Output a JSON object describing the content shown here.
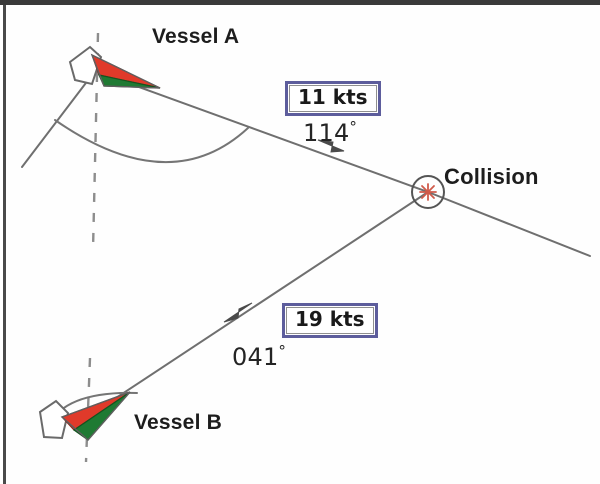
{
  "figure": {
    "type": "nautical-collision-geometry-diagram",
    "background_color": "#ffffff",
    "frame_color": "#3a3a3a"
  },
  "labels": {
    "vessel_a": "Vessel A",
    "vessel_b": "Vessel B",
    "collision": "Collision"
  },
  "vessel_a": {
    "name": "Vessel A",
    "speed": "11 kts",
    "heading_value": "114",
    "heading_degree_symbol": "°",
    "port_color": "#e03a2a",
    "starboard_color": "#1f7a33",
    "hull_color": "#ffffff"
  },
  "vessel_b": {
    "name": "Vessel B",
    "speed": "19 kts",
    "heading_value": "041",
    "heading_degree_symbol": "°",
    "port_color": "#e03a2a",
    "starboard_color": "#1f7a33",
    "hull_color": "#ffffff"
  },
  "collision_point": {
    "label": "Collision",
    "marker": "asterisk-star",
    "marker_color": "#d05a4a",
    "circle_color": "#555555"
  },
  "style": {
    "track_line_color": "#6b6b6b",
    "reference_line_color": "#8a8a8a",
    "arc_color": "#6b6b6b",
    "speed_box_border": "#5d5d9c",
    "speed_box_inner_border": "#8f8f8f",
    "text_color": "#1d1d1d"
  }
}
